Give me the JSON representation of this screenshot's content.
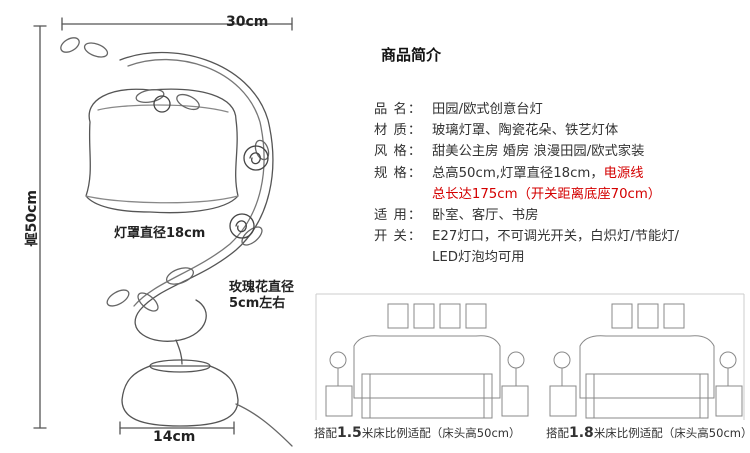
{
  "dimensions": {
    "width": "30cm",
    "height": "高50cm",
    "shade_diameter": "灯罩直径18cm",
    "flower_diameter_line1": "玫瑰花直径",
    "flower_diameter_line2": "5cm左右",
    "base": "14cm"
  },
  "specs": {
    "title": "商品简介",
    "rows": [
      {
        "key": "品 名：",
        "value": "田园/欧式创意台灯"
      },
      {
        "key": "材 质：",
        "value": "玻璃灯罩、陶瓷花朵、铁艺灯体"
      },
      {
        "key": "风 格：",
        "value": "甜美公主房  婚房  浪漫田园/欧式家装"
      },
      {
        "key": "规 格：",
        "value": "总高50cm,灯罩直径18cm，",
        "value_red": "电源线"
      },
      {
        "key": "适 用：",
        "value": "卧室、客厅、书房"
      },
      {
        "key": "开 关：",
        "value": "E27灯口，不可调光开关，白炽灯/节能灯/"
      }
    ],
    "spec_cont_red": "总长达175cm（开关距离底座70cm）",
    "switch_cont": "LED灯泡均可用"
  },
  "rooms": [
    {
      "prefix": "搭配",
      "size": "1.5",
      "suffix": "米床比例适配（床头高50cm）"
    },
    {
      "prefix": "搭配",
      "size": "1.8",
      "suffix": "米床比例适配（床头高50cm）"
    }
  ],
  "colors": {
    "line": "#555555",
    "red": "#d40000",
    "text": "#333333"
  }
}
